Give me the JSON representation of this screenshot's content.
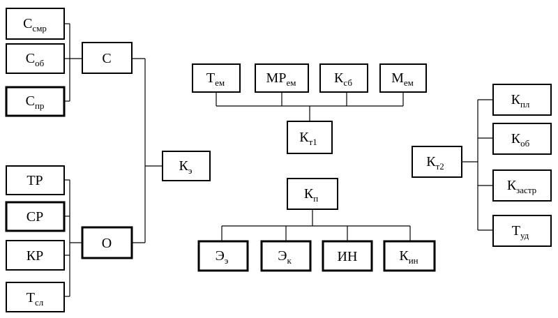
{
  "nodes": {
    "c_smr": {
      "main": "С",
      "sub": "смр"
    },
    "c_ob": {
      "main": "С",
      "sub": "об"
    },
    "c_pr": {
      "main": "С",
      "sub": "пр"
    },
    "c": {
      "main": "С",
      "sub": ""
    },
    "tr": {
      "main": "ТР",
      "sub": ""
    },
    "sr": {
      "main": "СР",
      "sub": ""
    },
    "kr": {
      "main": "КР",
      "sub": ""
    },
    "t_sl": {
      "main": "Т",
      "sub": "сл"
    },
    "o": {
      "main": "О",
      "sub": ""
    },
    "k_e": {
      "main": "К",
      "sub": "э"
    },
    "t_em": {
      "main": "Т",
      "sub": "ем"
    },
    "mr_em": {
      "main": "МР",
      "sub": "ем"
    },
    "k_sb": {
      "main": "К",
      "sub": "сб"
    },
    "m_em": {
      "main": "М",
      "sub": "ем"
    },
    "k_t1": {
      "main": "К",
      "sub": "т1"
    },
    "k_p": {
      "main": "К",
      "sub": "п"
    },
    "e_e": {
      "main": "Э",
      "sub": "э"
    },
    "e_k": {
      "main": "Э",
      "sub": "к"
    },
    "in": {
      "main": "ИН",
      "sub": ""
    },
    "k_in": {
      "main": "К",
      "sub": "ин"
    },
    "k_t2": {
      "main": "К",
      "sub": "т2"
    },
    "k_pl": {
      "main": "К",
      "sub": "пл"
    },
    "k_ob": {
      "main": "К",
      "sub": "об"
    },
    "k_zastr": {
      "main": "К",
      "sub": "застр"
    },
    "t_ud": {
      "main": "Т",
      "sub": "уд"
    }
  }
}
